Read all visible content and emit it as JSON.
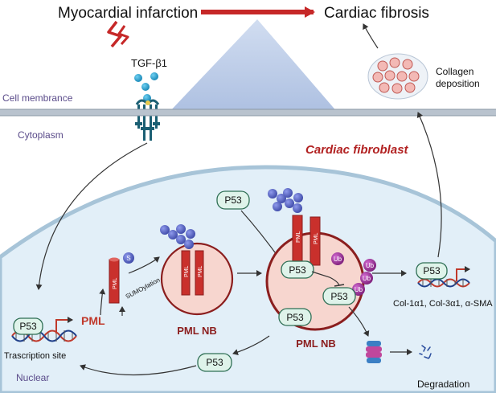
{
  "header": {
    "left": "Myocardial infarction",
    "right": "Cardiac fibrosis"
  },
  "labels": {
    "tgf": "TGF-β1",
    "cell_membrane": "Cell membrance",
    "cytoplasm": "Cytoplasm",
    "cardiac_fibroblast": "Cardiac fibroblast",
    "collagen_line1": "Collagen",
    "collagen_line2": "deposition",
    "nuclear": "Nuclear",
    "transcription_site": "Trascription site",
    "pml_gene": "PML",
    "sumoylation": "SUMOylation",
    "pml_nb_left": "PML NB",
    "pml_nb_right": "PML NB",
    "targets": "Col-1α1, Col-3α1, α-SMA",
    "degradation": "Degradation"
  },
  "proteins": {
    "p53": "P53",
    "pml": "PML",
    "sumo": "S",
    "ub": "Ub"
  },
  "colors": {
    "red_arrow": "#c62828",
    "membrane": "#b9c3ce",
    "fibroblast_label": "#b22222",
    "nucleus_fill": "#e2eff8",
    "nucleus_border": "#a7c4d8",
    "pml_nb_fill": "#f7d6cf",
    "pml_nb_border": "#8b1e1e",
    "pml_bar": "#c9302c",
    "sumo": "#5b68c9",
    "ub": "#a3309f",
    "p53_fill": "#dff3ea",
    "p53_border": "#2f6f55",
    "tgf_ball": "#29a6d6",
    "text_purple": "#5a4b8a"
  }
}
